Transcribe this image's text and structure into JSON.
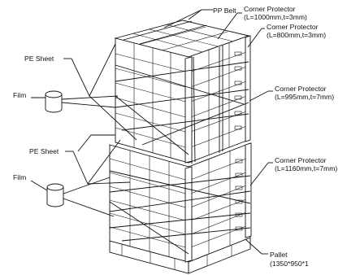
{
  "labels": {
    "pp_belt": "PP Belt",
    "corner_1": "Corner Protector",
    "corner_1_spec": "(L=1000mm,t=3mm)",
    "corner_2": "Corner Protector",
    "corner_2_spec": "(L=800mm,t=3mm)",
    "pe_sheet_top": "PE Sheet",
    "corner_3": "Corner Protector",
    "corner_3_spec": "(L=995mm,t=7mm)",
    "film_top": "Film",
    "pe_sheet_mid": "PE Sheet",
    "corner_4": "Corner Protector",
    "corner_4_spec": "(L=1160mm,t=7mm)",
    "film_bottom": "Film",
    "pallet": "Pallet",
    "pallet_spec": "(1350*950*1"
  }
}
